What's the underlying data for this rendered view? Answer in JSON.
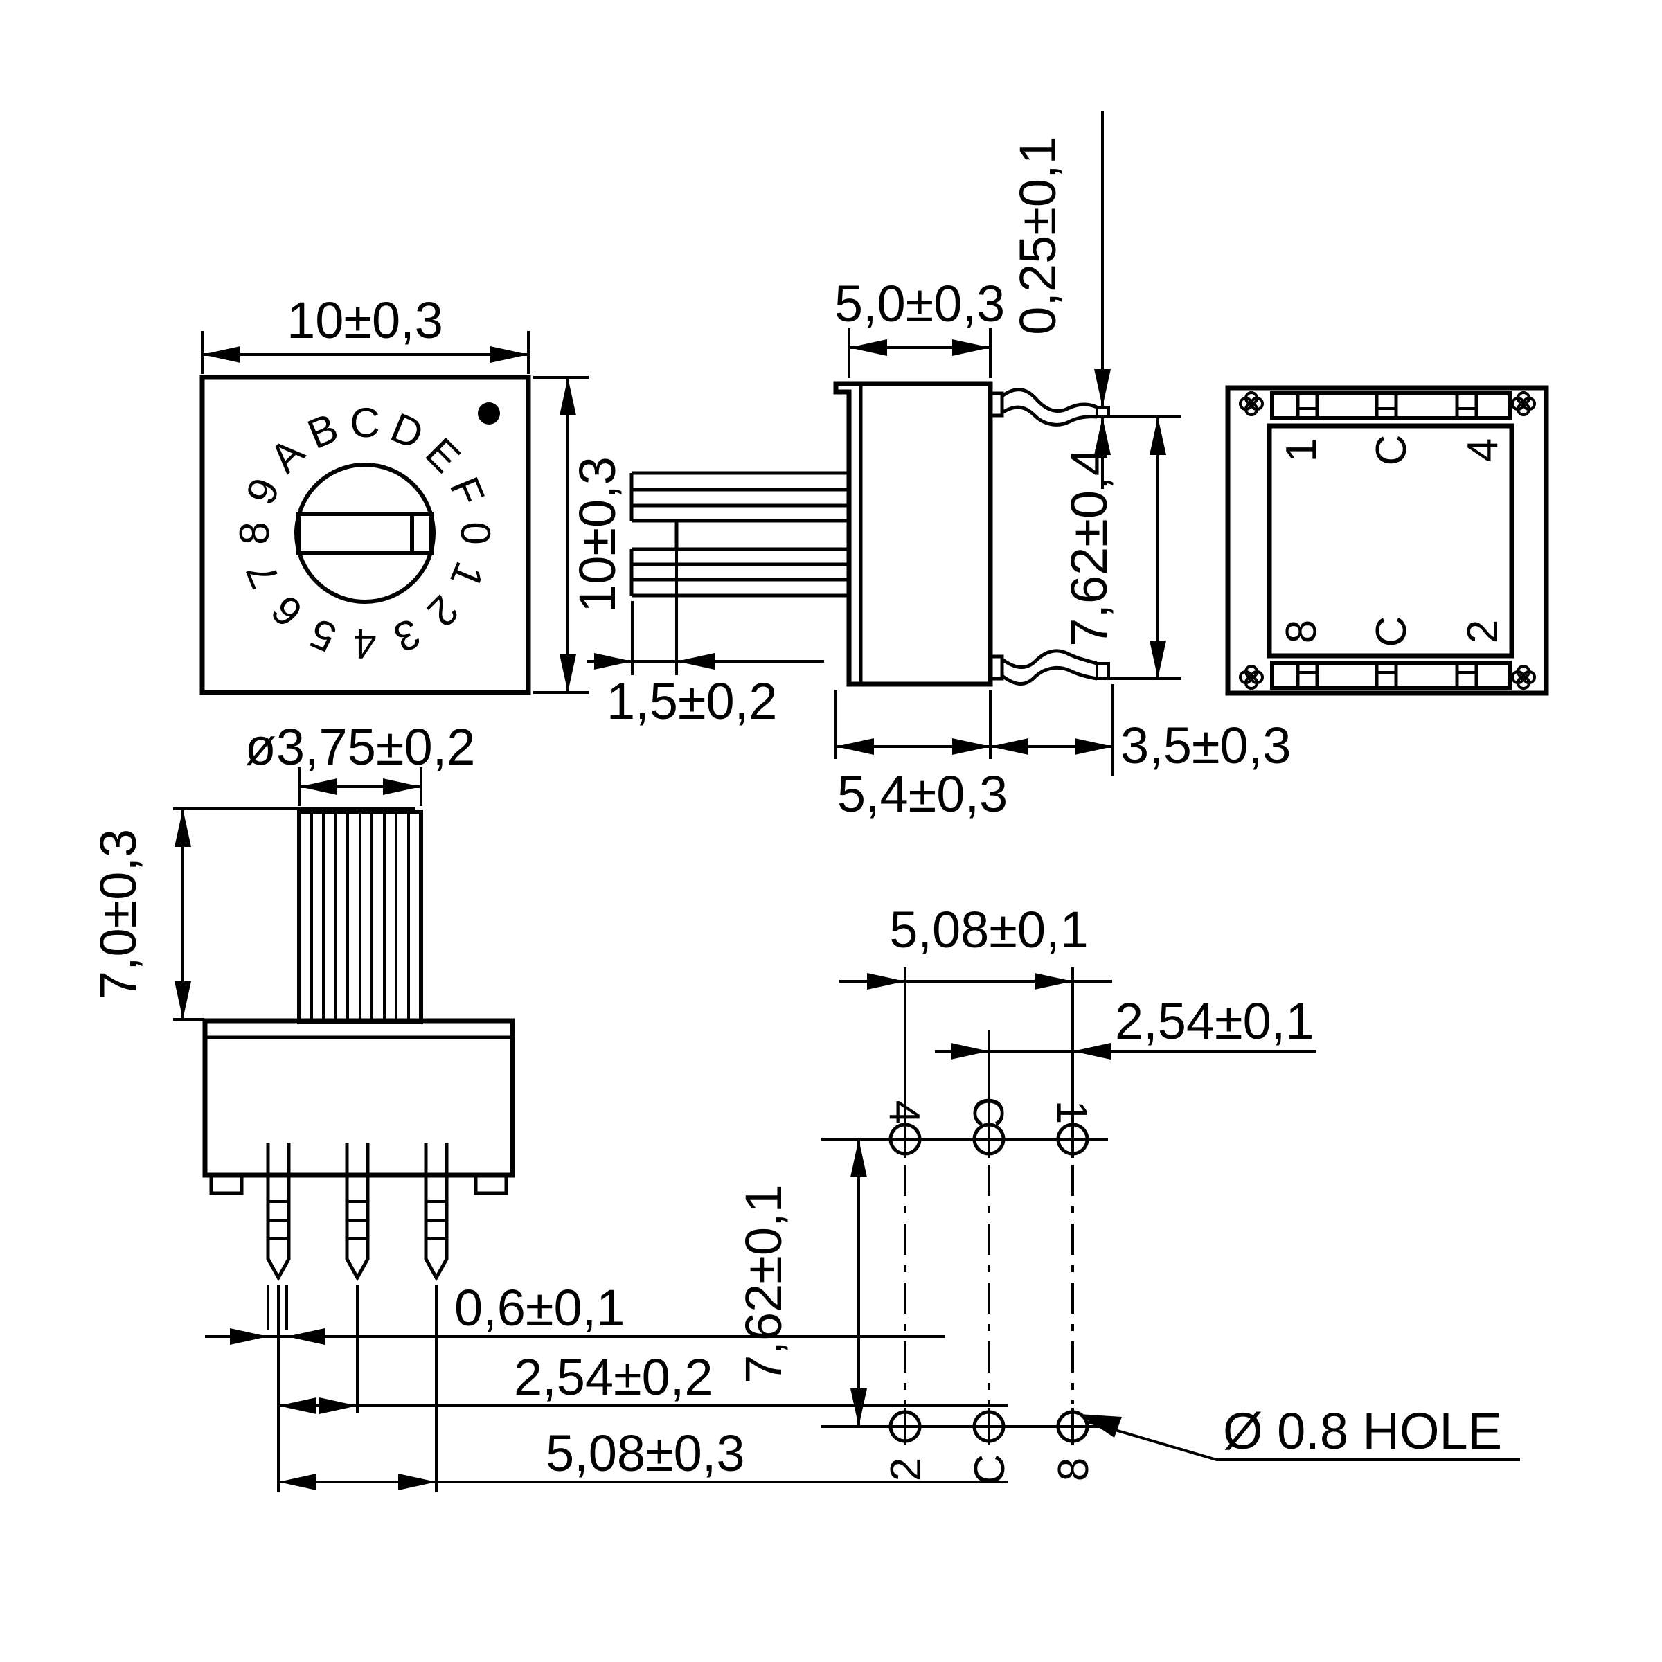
{
  "top_view": {
    "dim_width": "10±0,3",
    "dim_height": "10±0,3",
    "dial": [
      "C",
      "D",
      "E",
      "F",
      "0",
      "1",
      "2",
      "3",
      "4",
      "5",
      "6",
      "7",
      "8",
      "9",
      "A",
      "B"
    ]
  },
  "front_view": {
    "shaft_diameter": "ø3,75±0,2",
    "shaft_length": "7,0±0,3",
    "pin_width": "0,6±0,1",
    "pin_pitch": "2,54±0,2",
    "pin_span": "5,08±0,3"
  },
  "side_view": {
    "body_width": "5,0±0,3",
    "pin_thickness": "0,25±0,1",
    "pin_row_span": "7,62±0,4",
    "slot_depth": "1,5±0,2",
    "body_depth": "5,4±0,3",
    "pin_length": "3,5±0,3"
  },
  "bottom_view": {
    "top_pins": [
      "1",
      "C",
      "4"
    ],
    "bottom_pins": [
      "8",
      "C",
      "2"
    ]
  },
  "pcb_view": {
    "pad_span": "5,08±0,1",
    "pad_pitch": "2,54±0,1",
    "row_span": "7,62±0,1",
    "hole_note": "Ø 0.8 HOLE",
    "top_pads": [
      "4",
      "C",
      "1"
    ],
    "bottom_pads": [
      "2",
      "C",
      "8"
    ]
  },
  "colors": {
    "ink": "#000000",
    "paper": "#ffffff"
  }
}
